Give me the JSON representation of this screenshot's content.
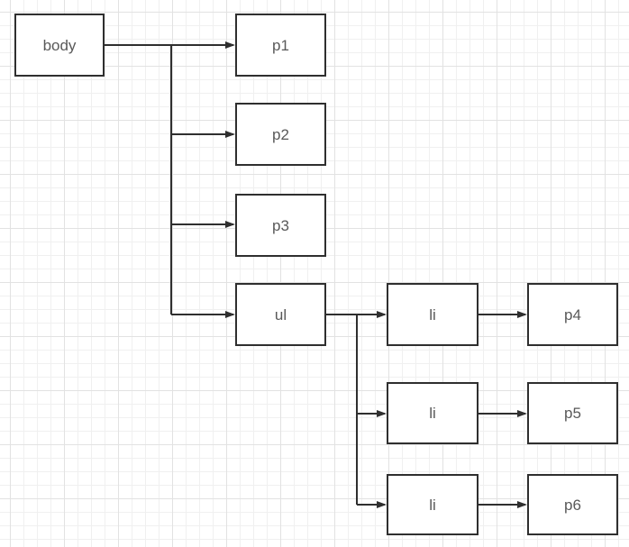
{
  "diagram": {
    "nodes": [
      {
        "id": "body",
        "label": "body"
      },
      {
        "id": "p1",
        "label": "p1"
      },
      {
        "id": "p2",
        "label": "p2"
      },
      {
        "id": "p3",
        "label": "p3"
      },
      {
        "id": "ul",
        "label": "ul"
      },
      {
        "id": "li-1",
        "label": "li"
      },
      {
        "id": "p4",
        "label": "p4"
      },
      {
        "id": "li-2",
        "label": "li"
      },
      {
        "id": "p5",
        "label": "p5"
      },
      {
        "id": "li-3",
        "label": "li"
      },
      {
        "id": "p6",
        "label": "p6"
      }
    ],
    "edges": [
      {
        "from": "body",
        "to": "p1"
      },
      {
        "from": "body",
        "to": "p2"
      },
      {
        "from": "body",
        "to": "p3"
      },
      {
        "from": "body",
        "to": "ul"
      },
      {
        "from": "ul",
        "to": "li-1"
      },
      {
        "from": "ul",
        "to": "li-2"
      },
      {
        "from": "ul",
        "to": "li-3"
      },
      {
        "from": "li-1",
        "to": "p4"
      },
      {
        "from": "li-2",
        "to": "p5"
      },
      {
        "from": "li-3",
        "to": "p6"
      }
    ],
    "colors": {
      "node_border": "#2f2f2f",
      "node_fill": "#ffffff",
      "edge_stroke": "#2f2f2f",
      "label_text": "#595959",
      "grid_minor": "#f0f0f0",
      "grid_major": "#e2e2e2",
      "background": "#ffffff"
    }
  }
}
